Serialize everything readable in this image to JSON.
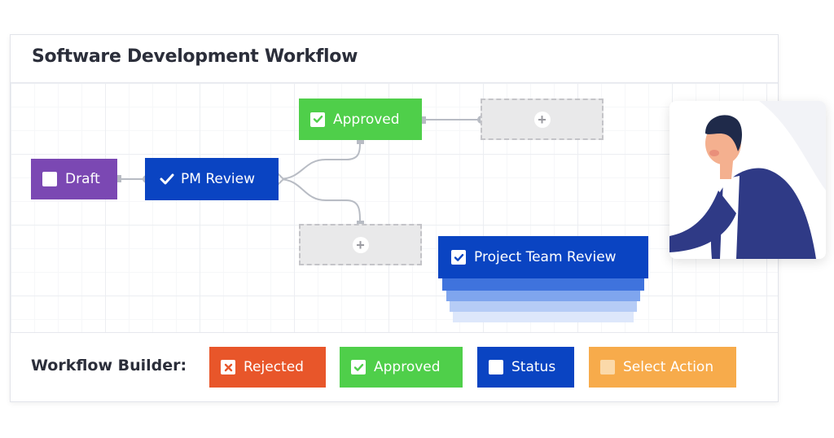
{
  "title": "Software Development Workflow",
  "nodes": {
    "draft": "Draft",
    "pm_review": "PM Review",
    "approved": "Approved",
    "project_team_review": "Project Team Review"
  },
  "add_symbol": "+",
  "footer": {
    "label": "Workflow Builder:",
    "legend": [
      {
        "label": "Rejected",
        "color": "#e8562a"
      },
      {
        "label": "Approved",
        "color": "#4fcf4a"
      },
      {
        "label": "Status",
        "color": "#0a44c2"
      },
      {
        "label": "Select Action",
        "color": "#f7ab4b"
      }
    ]
  },
  "colors": {
    "draft": "#7b48b3",
    "pm_review": "#0a44c2",
    "approved": "#4fcf4a",
    "team_review": "#0a44c2",
    "connector": "#b8bcc4"
  },
  "icons": {
    "checkbox": "checkbox-icon",
    "checkmark": "checkmark-icon",
    "x_box": "x-box-icon",
    "plus": "plus-icon"
  }
}
